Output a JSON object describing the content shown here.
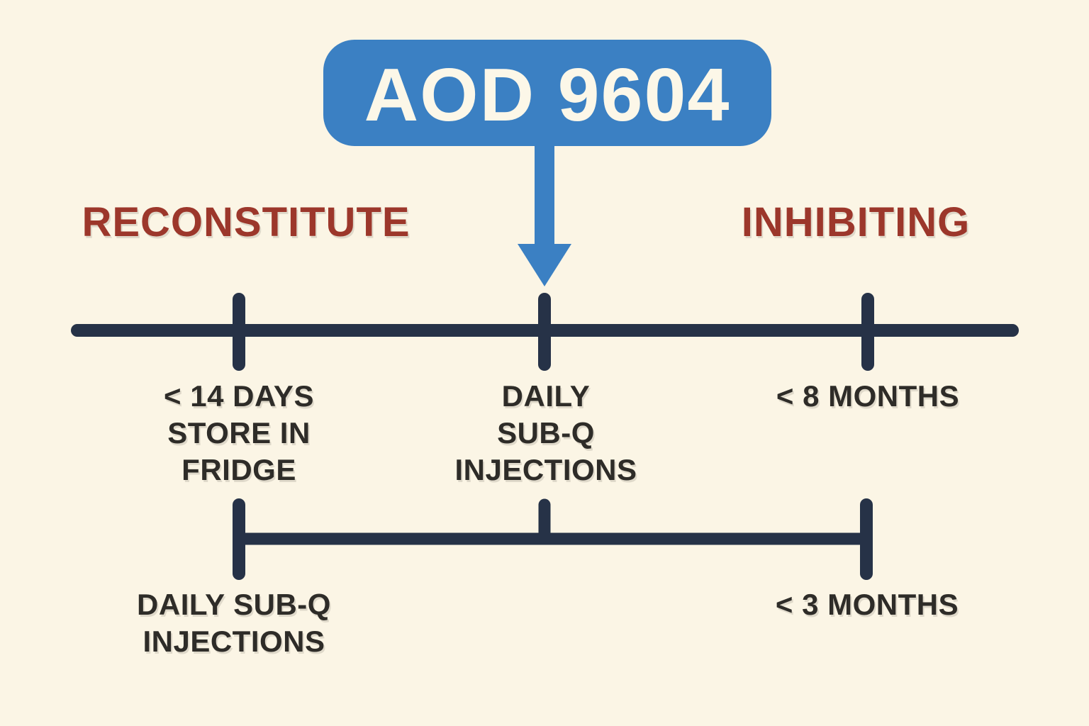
{
  "title": {
    "text": "AOD 9604"
  },
  "sections": {
    "left": {
      "heading": "RECONSTITUTE"
    },
    "right": {
      "heading": "INHIBITING"
    }
  },
  "timeline_top": {
    "labels": [
      {
        "lines": [
          "< 14 DAYS",
          "STORE IN",
          "FRIDGE"
        ]
      },
      {
        "lines": [
          "DAILY",
          "SUB-Q",
          "INJECTIONS"
        ]
      },
      {
        "lines": [
          "< 8 MONTHS"
        ]
      }
    ]
  },
  "timeline_bottom": {
    "labels": [
      {
        "lines": [
          "DAILY SUB-Q",
          "INJECTIONS"
        ]
      },
      {
        "lines": [
          "< 3 MONTHS"
        ]
      }
    ]
  },
  "icons": {
    "pointer": "arrow-down-icon"
  },
  "colors": {
    "background": "#fbf5e5",
    "accent_blue": "#3b80c3",
    "navy": "#263247",
    "heading_red": "#9c372b",
    "text_dark": "#2e2c28",
    "title_text": "#fcf7e8"
  }
}
